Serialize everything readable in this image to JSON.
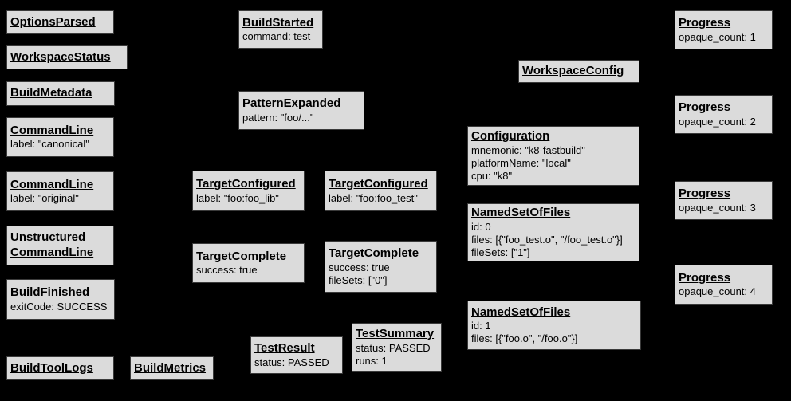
{
  "diagram": {
    "background_color": "#000000",
    "box_fill_color": "#dbdbdb",
    "box_border_color": "#3a3a3a",
    "text_color": "#000000"
  },
  "nodes": [
    {
      "title": "OptionsParsed",
      "lines": []
    },
    {
      "title": "WorkspaceStatus",
      "lines": []
    },
    {
      "title": "BuildMetadata",
      "lines": []
    },
    {
      "title": "CommandLine",
      "lines": [
        "label: \"canonical\""
      ]
    },
    {
      "title": "CommandLine",
      "lines": [
        "label: \"original\""
      ]
    },
    {
      "title": "Unstructured\nCommandLine",
      "lines": []
    },
    {
      "title": "BuildFinished",
      "lines": [
        "exitCode: SUCCESS"
      ]
    },
    {
      "title": "BuildToolLogs",
      "lines": []
    },
    {
      "title": "BuildMetrics",
      "lines": []
    },
    {
      "title": "BuildStarted",
      "lines": [
        "command: test"
      ]
    },
    {
      "title": "PatternExpanded",
      "lines": [
        "pattern: \"foo/...\""
      ]
    },
    {
      "title": "TargetConfigured",
      "lines": [
        "label: \"foo:foo_lib\""
      ]
    },
    {
      "title": "TargetConfigured",
      "lines": [
        "label: \"foo:foo_test\""
      ]
    },
    {
      "title": "TargetComplete",
      "lines": [
        "success: true"
      ]
    },
    {
      "title": "TargetComplete",
      "lines": [
        "success: true",
        "fileSets: [\"0\"]"
      ]
    },
    {
      "title": "TestResult",
      "lines": [
        "status: PASSED"
      ]
    },
    {
      "title": "TestSummary",
      "lines": [
        "status: PASSED",
        "runs: 1"
      ]
    },
    {
      "title": "WorkspaceConfig",
      "lines": []
    },
    {
      "title": "Configuration",
      "lines": [
        "mnemonic: \"k8-fastbuild\"",
        "platformName: \"local\"",
        "cpu: \"k8\""
      ]
    },
    {
      "title": "NamedSetOfFiles",
      "lines": [
        "id: 0",
        "files: [{\"foo_test.o\", \"/foo_test.o\"}]",
        "fileSets: [\"1\"]"
      ]
    },
    {
      "title": "NamedSetOfFiles",
      "lines": [
        "id: 1",
        "files: [{\"foo.o\", \"/foo.o\"}]"
      ]
    },
    {
      "title": "Progress",
      "lines": [
        "opaque_count: 1"
      ]
    },
    {
      "title": "Progress",
      "lines": [
        "opaque_count: 2"
      ]
    },
    {
      "title": "Progress",
      "lines": [
        "opaque_count: 3"
      ]
    },
    {
      "title": "Progress",
      "lines": [
        "opaque_count: 4"
      ]
    }
  ]
}
